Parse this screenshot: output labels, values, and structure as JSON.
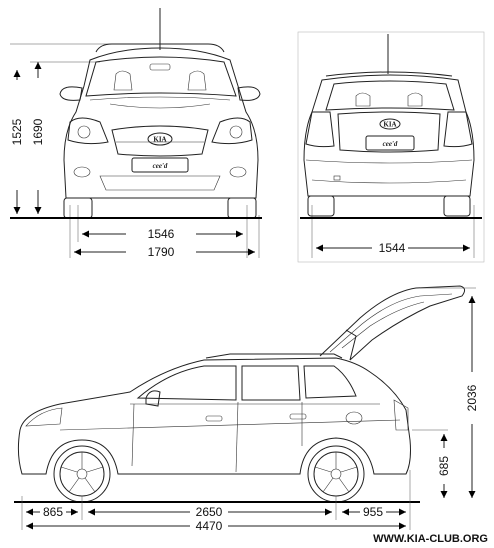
{
  "front_view": {
    "height_outer": "1525",
    "height_inner": "1690",
    "track_front": "1546",
    "width_total": "1790",
    "badge_brand": "KIA",
    "badge_model": "cee'd"
  },
  "rear_view": {
    "track_rear": "1544",
    "badge_brand": "KIA",
    "badge_model": "cee'd"
  },
  "side_view": {
    "front_overhang": "865",
    "wheelbase": "2650",
    "rear_overhang": "955",
    "length_total": "4470",
    "height_tailgate_open": "2036",
    "load_height": "685"
  },
  "watermark": "WWW.KIA-CLUB.ORG"
}
